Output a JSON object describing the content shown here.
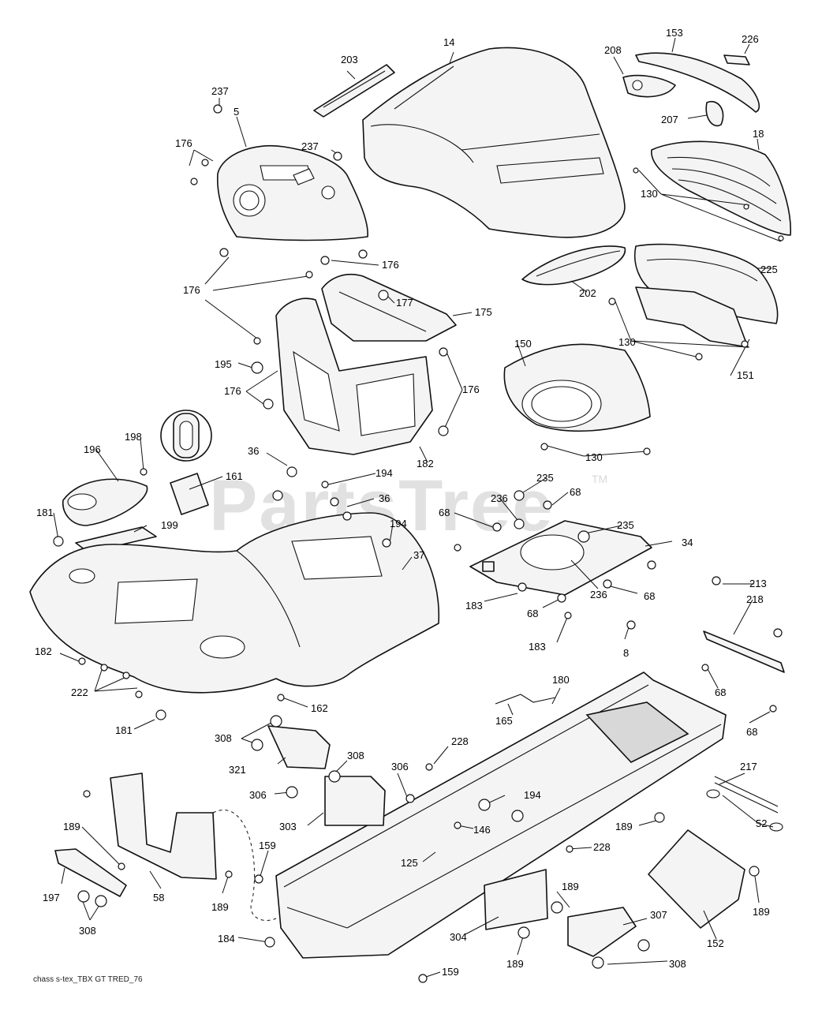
{
  "watermark": {
    "text": "PartsTree",
    "trademark": "TM"
  },
  "footer": {
    "text": "chass s-tex_TBX GT TRED_76"
  },
  "callouts": {
    "c14": "14",
    "c203": "203",
    "c153": "153",
    "c226": "226",
    "c208": "208",
    "c237a": "237",
    "c5": "5",
    "c176a": "176",
    "c237b": "237",
    "c207": "207",
    "c18": "18",
    "c130a": "130",
    "c176b": "176",
    "c176c": "176",
    "c177": "177",
    "c175": "175",
    "c202": "202",
    "c225": "225",
    "c130b": "130",
    "c150": "150",
    "c151": "151",
    "c195": "195",
    "c176d": "176",
    "c176e": "176",
    "c182a": "182",
    "c130c": "130",
    "c198": "198",
    "c196": "196",
    "c161": "161",
    "c36a": "36",
    "c194a": "194",
    "c235a": "235",
    "c68a": "68",
    "c236a": "236",
    "c68b": "68",
    "c36b": "36",
    "c235b": "235",
    "c181a": "181",
    "c199": "199",
    "c194b": "194",
    "c34": "34",
    "c37": "37",
    "c68c": "68",
    "c236b": "236",
    "c213": "213",
    "c218": "218",
    "c183a": "183",
    "c68d": "68",
    "c183b": "183",
    "c8": "8",
    "c182b": "182",
    "c222": "222",
    "c162": "162",
    "c180": "180",
    "c68e": "68",
    "c181b": "181",
    "c165": "165",
    "c68f": "68",
    "c308a": "308",
    "c321": "321",
    "c228a": "228",
    "c308b": "308",
    "c306a": "306",
    "c217": "217",
    "c306b": "306",
    "c194c": "194",
    "c303": "303",
    "c52": "52",
    "c189a": "189",
    "c146": "146",
    "c189b": "189",
    "c159a": "159",
    "c228b": "228",
    "c125": "125",
    "c197": "197",
    "c58": "58",
    "c189c": "189",
    "c189d": "189",
    "c152": "152",
    "c189e": "189",
    "c308c": "308",
    "c307": "307",
    "c184": "184",
    "c304": "304",
    "c189f": "189",
    "c308d": "308",
    "c159b": "159"
  }
}
